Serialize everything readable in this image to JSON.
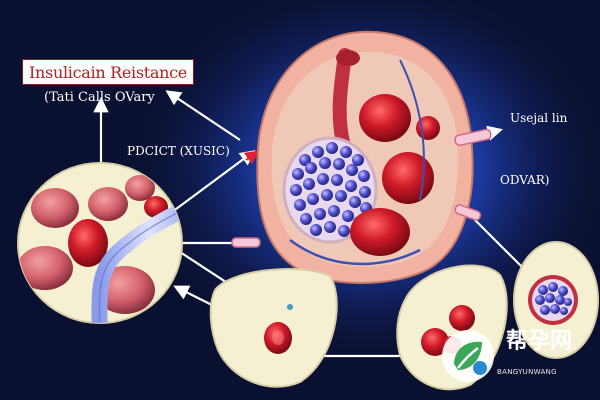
{
  "labels": {
    "title": "Insulicain Reistance",
    "subtitle": "(Tati Calls OVary",
    "left_label": "PDCICT (XUSIC)",
    "right_label_1": "Usejal lin",
    "right_label_2": "ODVAR)"
  },
  "watermark": {
    "text": "帮孕网",
    "subtext": "BANGYUNWANG",
    "icon": "leaf-logo-icon"
  },
  "colors": {
    "background": "#0a1030",
    "glow": "#3a6cf0",
    "organ_outer": "#f2b2a2",
    "cell_red": "#c8142a",
    "follicle_blue": "#3a3aa8",
    "panel_cream": "#f6f0d2",
    "arrow": "#ffffff",
    "title_text": "#b0201e"
  }
}
